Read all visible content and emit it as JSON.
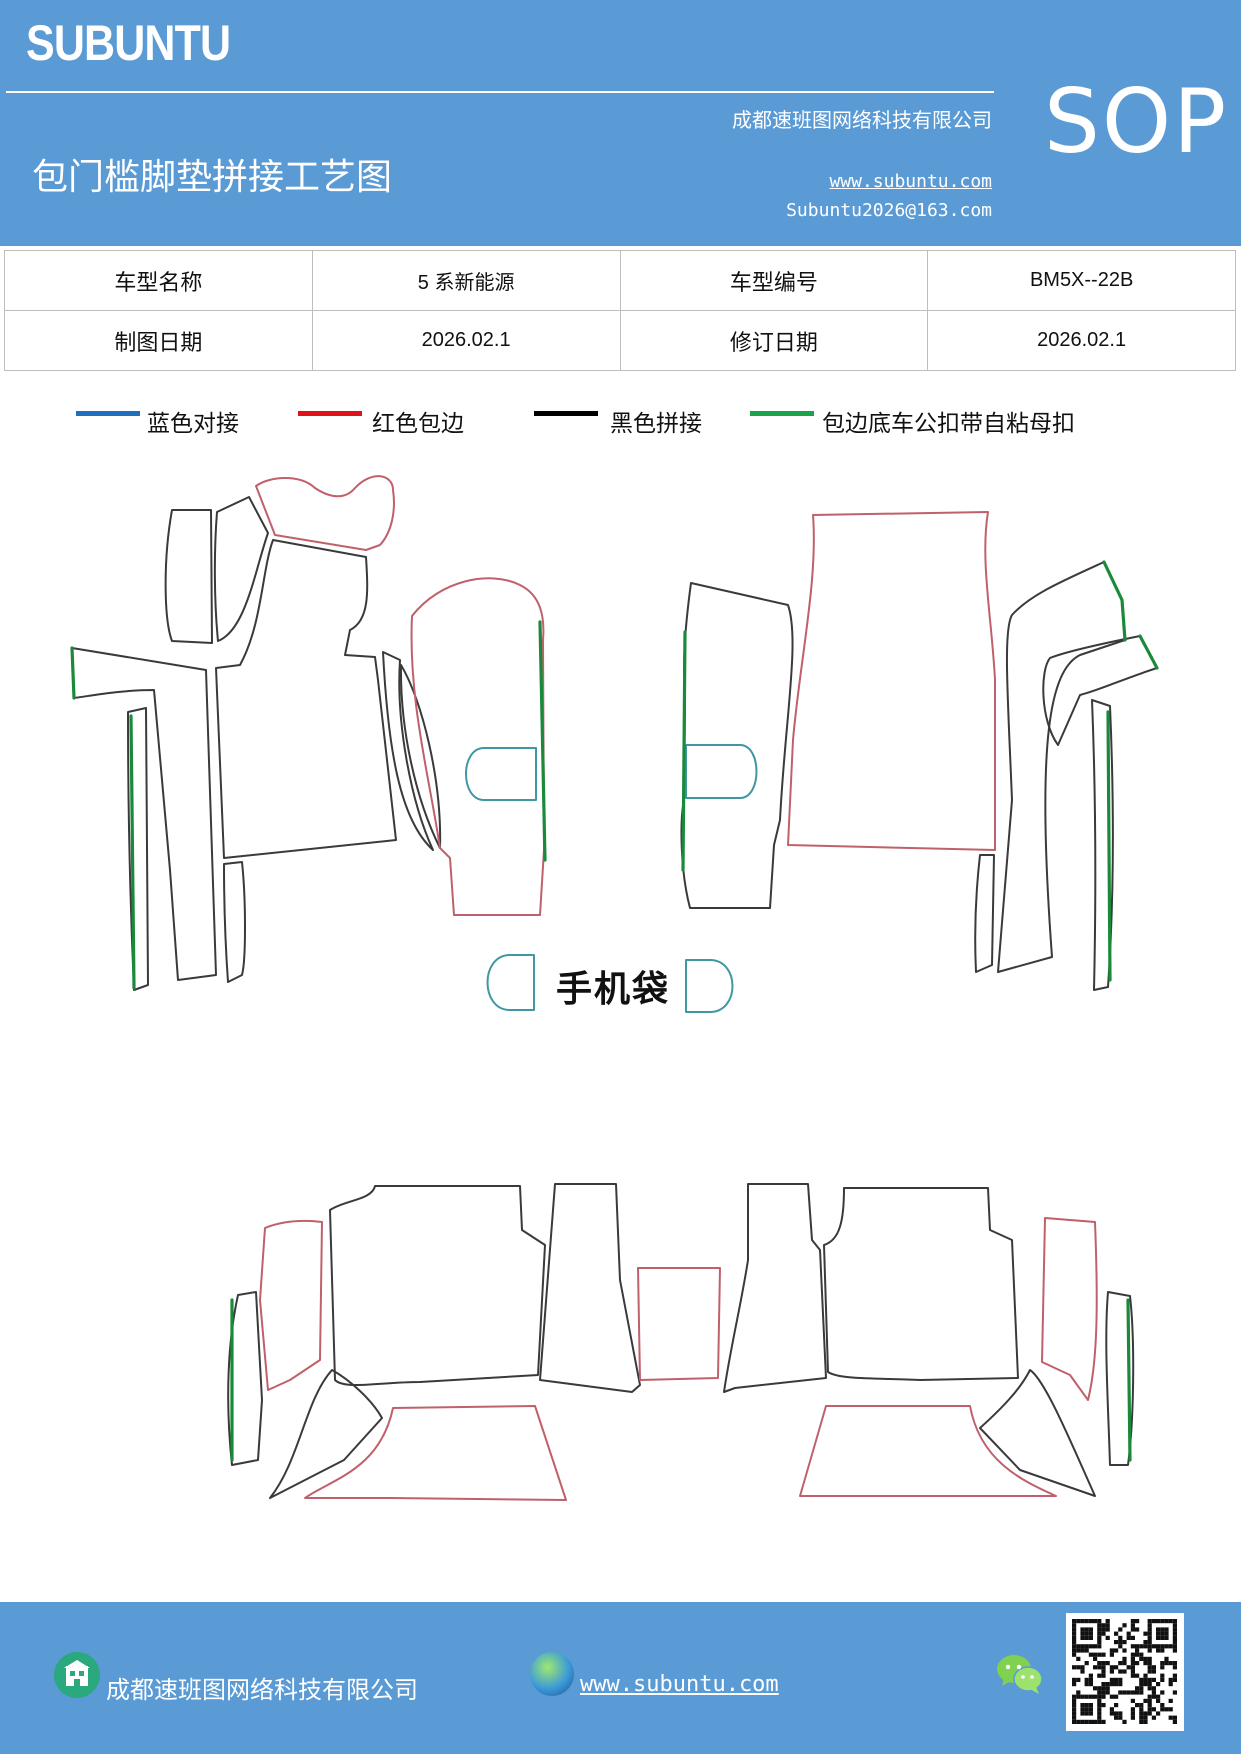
{
  "header": {
    "brand": "SUBUNTU",
    "company": "成都速班图网络科技有限公司",
    "title": "包门槛脚垫拼接工艺图",
    "url": "www.subuntu.com",
    "email": "Subuntu2026@163.com",
    "doc_type": "SOP"
  },
  "info": {
    "rows": [
      {
        "label1": "车型名称",
        "value1": "5 系新能源",
        "label2": "车型编号",
        "value2": "BM5X--22B"
      },
      {
        "label1": "制图日期",
        "value1": "2026.02.1",
        "label2": "修订日期",
        "value2": "2026.02.1"
      }
    ]
  },
  "legend": [
    {
      "label": "蓝色对接",
      "color": "#1f6fbf"
    },
    {
      "label": "红色包边",
      "color": "#e0111b"
    },
    {
      "label": "黑色拼接",
      "color": "#000000"
    },
    {
      "label": "包边底车公扣带自粘母扣",
      "color": "#1aa34a"
    }
  ],
  "drawing": {
    "phone_pocket_label": "手机袋",
    "colors": {
      "outline": "#3a3a3a",
      "edge": "#c0606a",
      "green": "#1a8a3a",
      "teal": "#3f97a3"
    }
  },
  "footer": {
    "company": "成都速班图网络科技有限公司",
    "url": "www.subuntu.com",
    "icons": [
      "building-icon",
      "globe-icon",
      "wechat-icon",
      "qr-code"
    ]
  }
}
